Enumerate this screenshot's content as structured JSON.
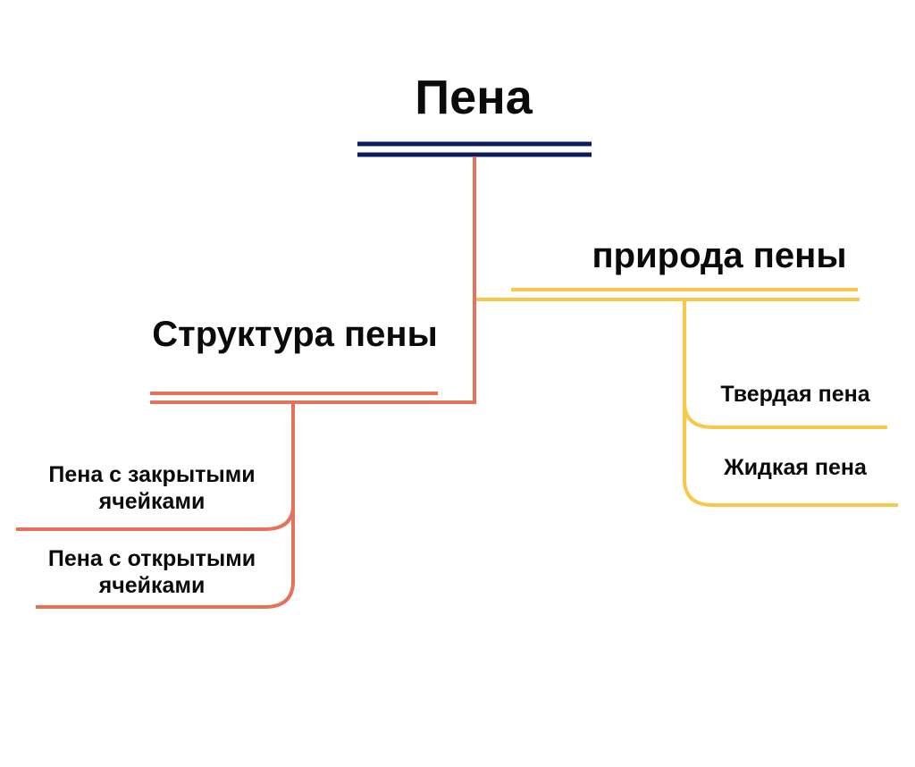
{
  "diagram": {
    "root": {
      "label": "Пена",
      "color": "#0d1b5e"
    },
    "branches": {
      "structure": {
        "label": "Структура пены",
        "color": "#e5735a",
        "children": [
          {
            "label": "Пена с закрытыми ячейками"
          },
          {
            "label": "Пена с открытыми ячейками"
          }
        ]
      },
      "nature": {
        "label": "природа пены",
        "color": "#f8c84a",
        "children": [
          {
            "label": "Твердая пена"
          },
          {
            "label": "Жидкая пена"
          }
        ]
      }
    }
  }
}
